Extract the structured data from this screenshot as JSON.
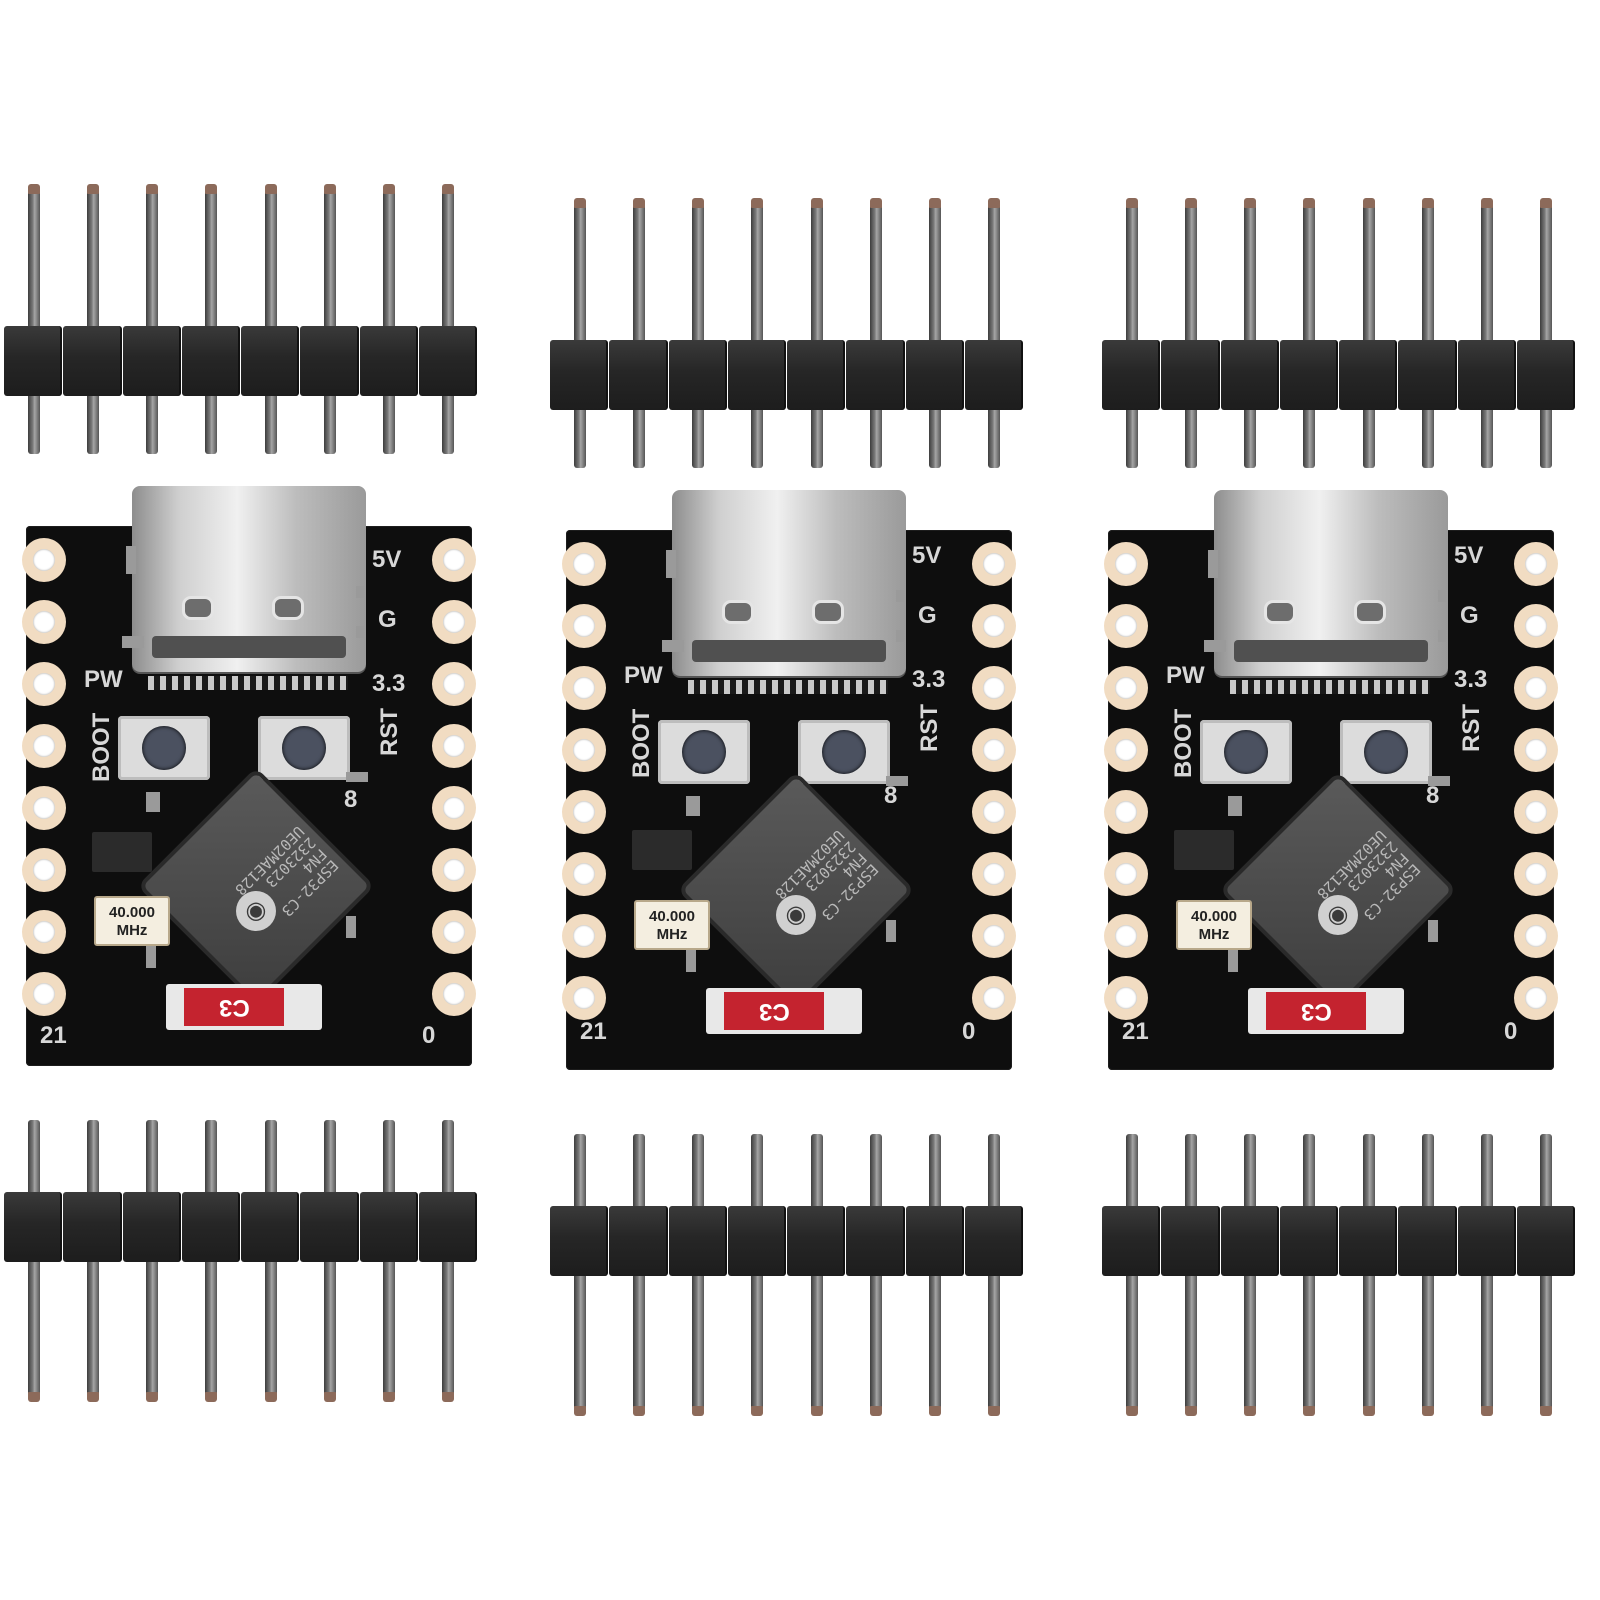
{
  "scene": {
    "boards": [
      {
        "silk_5v": "5V",
        "silk_g": "G",
        "silk_pw": "PW",
        "silk_33": "3.3",
        "silk_boot": "BOOT",
        "silk_rst": "RST",
        "silk_8": "8",
        "silk_21": "21",
        "silk_0": "0",
        "chip_text": "ESP32-C3\nFN4\n2323023\nUE02MAE128",
        "crystal_line1": "40.000",
        "crystal_line2": "MHz",
        "antenna_label": "C3"
      },
      {
        "silk_5v": "5V",
        "silk_g": "G",
        "silk_pw": "PW",
        "silk_33": "3.3",
        "silk_boot": "BOOT",
        "silk_rst": "RST",
        "silk_8": "8",
        "silk_21": "21",
        "silk_0": "0",
        "chip_text": "ESP32-C3\nFN4\n2323023\nUE02MAE128",
        "crystal_line1": "40.000",
        "crystal_line2": "MHz",
        "antenna_label": "C3"
      },
      {
        "silk_5v": "5V",
        "silk_g": "G",
        "silk_pw": "PW",
        "silk_33": "3.3",
        "silk_boot": "BOOT",
        "silk_rst": "RST",
        "silk_8": "8",
        "silk_21": "21",
        "silk_0": "0",
        "chip_text": "ESP32-C3\nFN4\n2323023\nUE02MAE128",
        "crystal_line1": "40.000",
        "crystal_line2": "MHz",
        "antenna_label": "C3"
      }
    ],
    "header_pin_count": 8,
    "colors": {
      "pcb": "#0e0e0e",
      "pad": "#f1dcc2",
      "header": "#262626",
      "antenna": "#c4232f"
    }
  }
}
